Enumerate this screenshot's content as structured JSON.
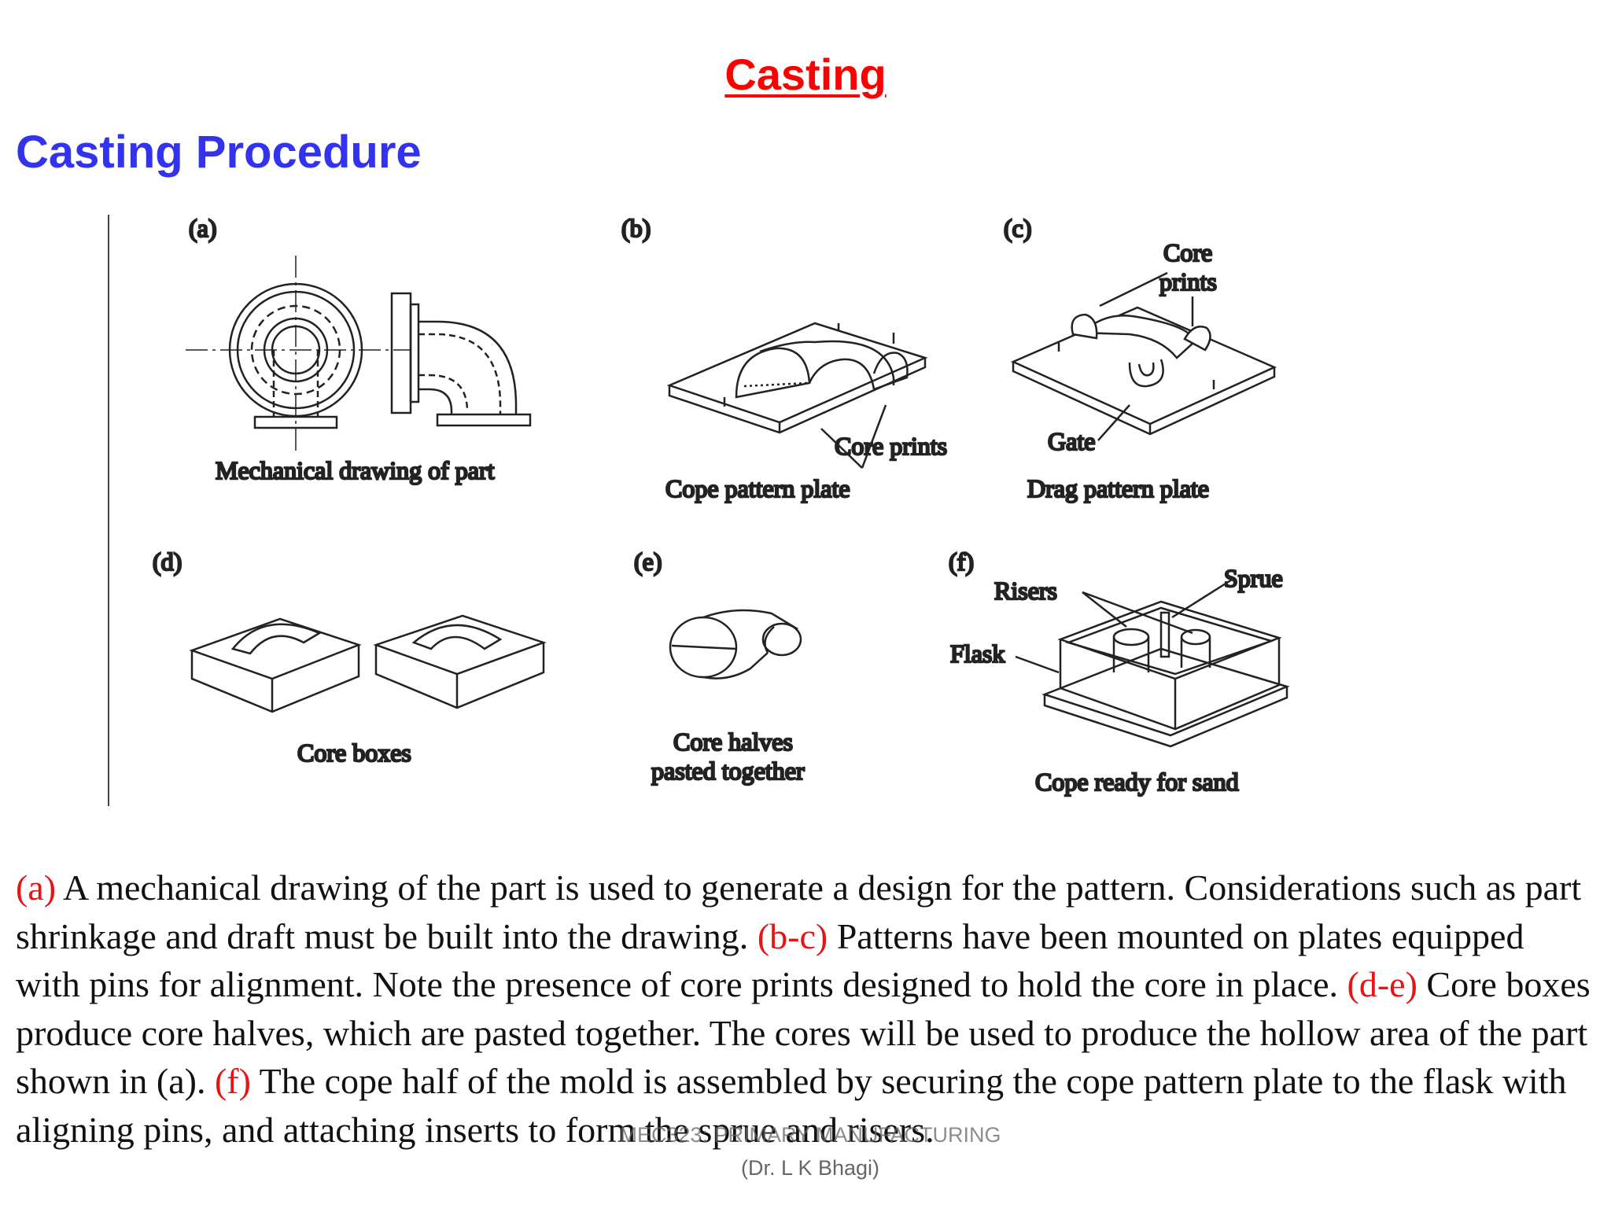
{
  "title": "Casting",
  "subtitle": "Casting Procedure",
  "figure": {
    "panels": {
      "a": {
        "tag": "(a)",
        "caption": "Mechanical drawing of part"
      },
      "b": {
        "tag": "(b)",
        "caption": "Cope pattern plate",
        "callout": "Core prints"
      },
      "c": {
        "tag": "(c)",
        "caption": "Drag pattern plate",
        "callout_top_1": "Core",
        "callout_top_2": "prints",
        "callout_gate": "Gate"
      },
      "d": {
        "tag": "(d)",
        "caption": "Core boxes"
      },
      "e": {
        "tag": "(e)",
        "caption_1": "Core halves",
        "caption_2": "pasted together"
      },
      "f": {
        "tag": "(f)",
        "caption": "Cope ready for sand",
        "risers": "Risers",
        "sprue": "Sprue",
        "flask": "Flask"
      }
    }
  },
  "description": {
    "a_tag": "(a)",
    "a_text": " A mechanical drawing of the part is used to generate a design for the pattern.  Considerations such as part shrinkage and draft must be built into the drawing. ",
    "bc_tag": "(b-c)",
    "bc_text": " Patterns have been mounted on plates equipped with pins for alignment. Note the presence of core prints designed to hold the core in place. ",
    "de_tag": "(d-e)",
    "de_text": " Core boxes produce core halves, which are pasted together. The cores will be used to produce the hollow area of the part shown in (a). ",
    "f_tag": "(f)",
    "f_text": " The cope half of the mold is assembled by securing the cope pattern plate to the flask with aligning pins, and attaching inserts to form the sprue and risers."
  },
  "footer": {
    "course": "MEC323: PRIMARY MANUFACTURING",
    "author": "(Dr. L K Bhagi)"
  }
}
